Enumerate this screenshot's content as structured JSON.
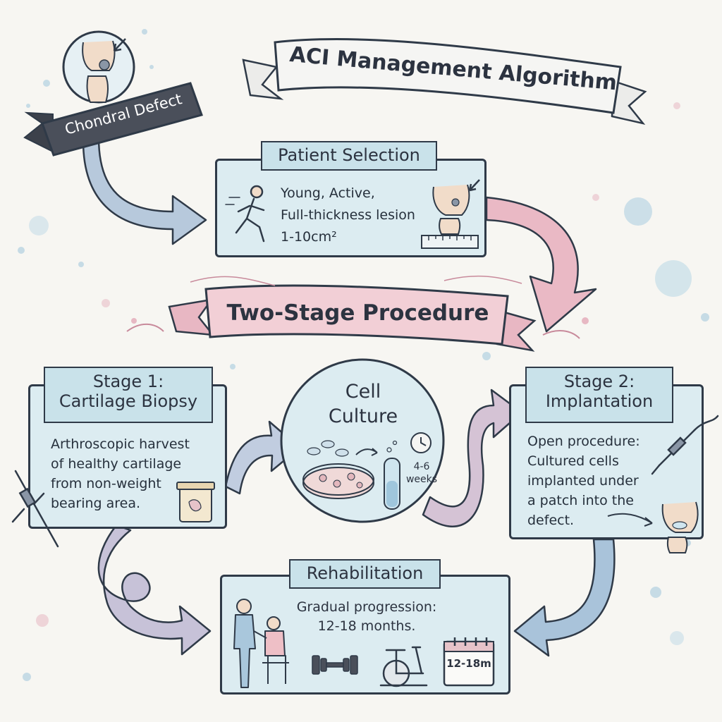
{
  "title": "ACI Management Algorithm",
  "start": {
    "label": "Chondral Defect"
  },
  "patient_selection": {
    "heading": "Patient Selection",
    "lines": [
      "Young, Active,",
      "Full-thickness lesion",
      "1-10cm²"
    ]
  },
  "two_stage": {
    "label": "Two-Stage Procedure"
  },
  "stage1": {
    "heading_line1": "Stage 1:",
    "heading_line2": "Cartilage Biopsy",
    "lines": [
      "Arthroscopic harvest",
      "of healthy cartilage",
      "from non-weight",
      "bearing area."
    ]
  },
  "culture": {
    "title_line1": "Cell",
    "title_line2": "Culture",
    "duration_line1": "4-6",
    "duration_line2": "weeks"
  },
  "stage2": {
    "heading_line1": "Stage 2:",
    "heading_line2": "Implantation",
    "lines": [
      "Open procedure:",
      "Cultured cells",
      "implanted under",
      "a patch into the",
      "defect."
    ]
  },
  "rehab": {
    "heading": "Rehabilitation",
    "lines": [
      "Gradual progression:",
      "12-18 months."
    ],
    "calendar_label": "12-18m"
  },
  "colors": {
    "outline": "#2f3a48",
    "box_fill": "#dcecf1",
    "pink_banner": "#f2cfd6",
    "dark_banner": "#4a4f5a",
    "arrow_blue": "#a9c3da",
    "arrow_pink": "#eab9c5"
  }
}
